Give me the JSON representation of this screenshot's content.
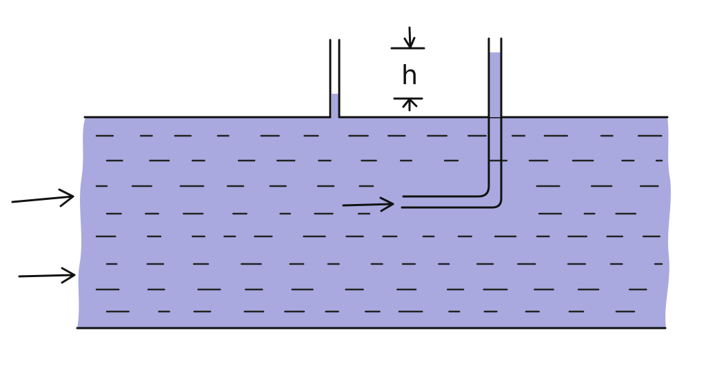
{
  "diagram": {
    "height_label": "h",
    "colors": {
      "water": "#a9a9e0",
      "ink": "#111111",
      "background": "#ffffff"
    },
    "elements": [
      "channel-flow",
      "piezometer-tube",
      "pitot-tube",
      "flow-arrows",
      "height-difference-marker"
    ]
  }
}
